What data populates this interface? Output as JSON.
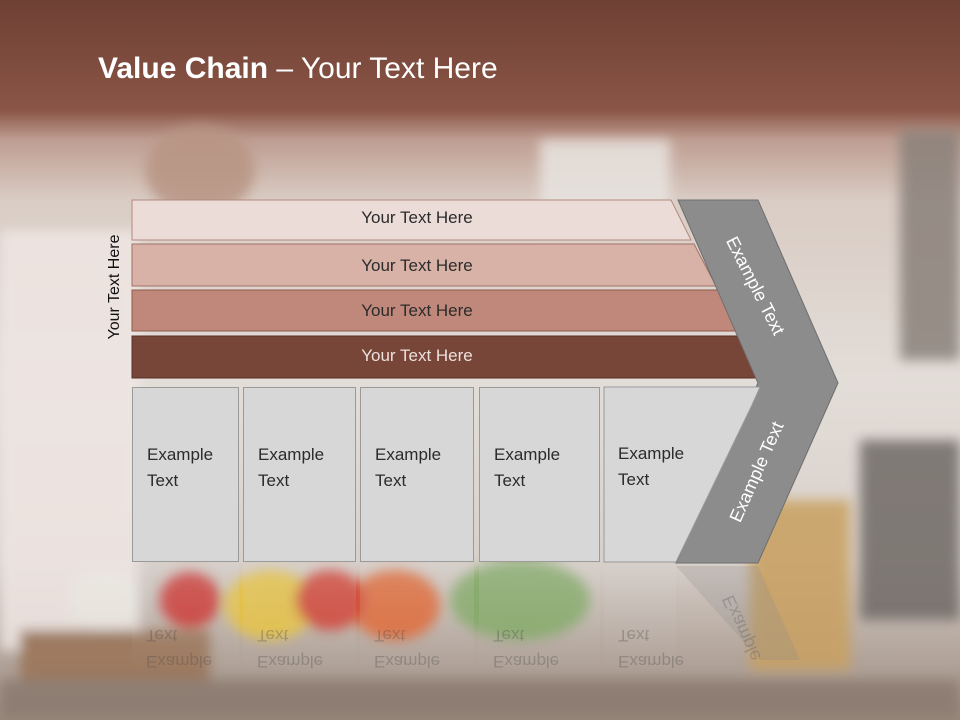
{
  "slide": {
    "title_bold": "Value Chain",
    "title_rest": " – Your Text Here",
    "side_label": "Your Text Here"
  },
  "bands": [
    {
      "label": "Your Text Here",
      "color": "#ecdcd7"
    },
    {
      "label": "Your Text Here",
      "color": "#d8b2a6"
    },
    {
      "label": "Your Text Here",
      "color": "#c0887a"
    },
    {
      "label": "Your Text Here",
      "color": "#774639"
    }
  ],
  "boxes": [
    {
      "label": "Example\nText"
    },
    {
      "label": "Example\nText"
    },
    {
      "label": "Example\nText"
    },
    {
      "label": "Example\nText"
    },
    {
      "label": "Example\nText"
    }
  ],
  "chevron": {
    "upper_label": "Example Text",
    "lower_label": "Example Text",
    "color": "#8c8c8c"
  },
  "reflection": {
    "box_label": "Example\nText",
    "chevron_label": "Example"
  }
}
